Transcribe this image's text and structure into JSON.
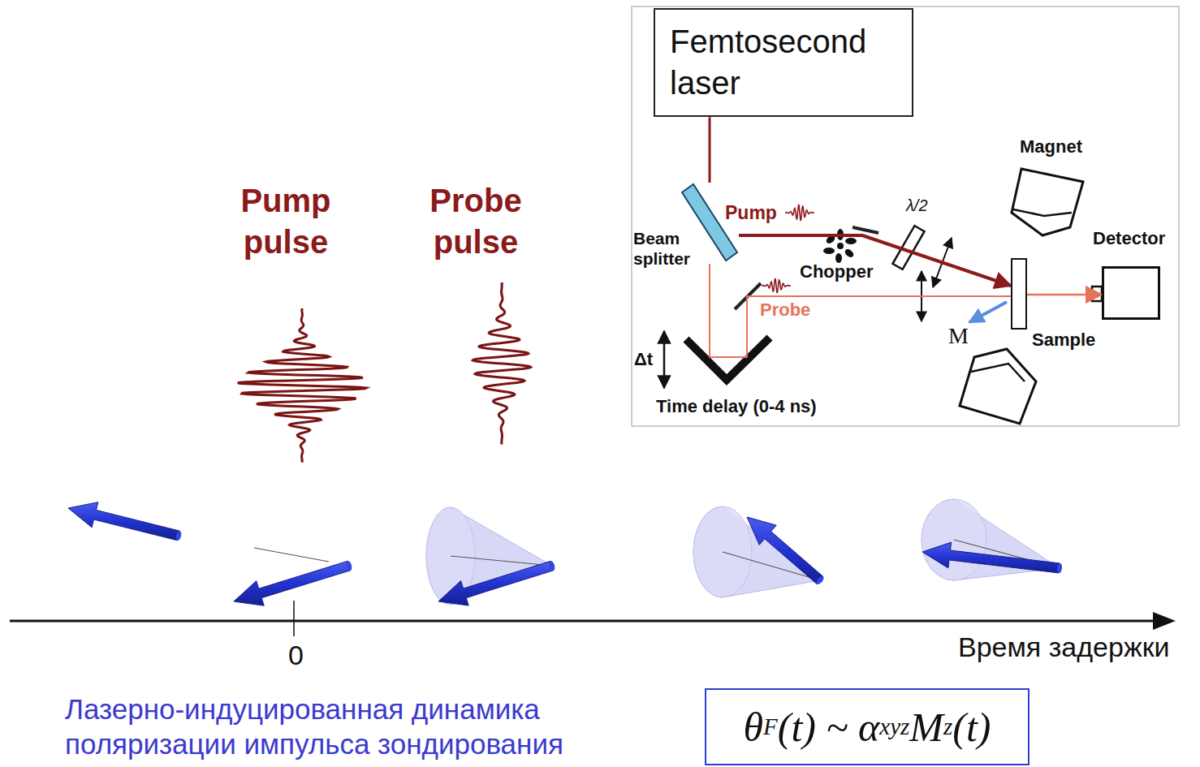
{
  "diagram": {
    "caption": "Лазерно-индуцированная динамика поляризации импульса зондирования",
    "nodes": [
      {
        "text": [
          "Femtosecond laser"
        ]
      },
      {
        "text": [
          "Beam splitter"
        ]
      },
      {
        "text": [
          "Sample"
        ]
      },
      {
        "text": [
          "Detector"
        ]
      },
      {
        "text": [
          "Magnet"
        ]
      },
      {
        "text": [
          "θ",
          "F",
          "(t) ~ α",
          "xyz",
          "M",
          "z",
          "(t)"
        ]
      }
    ],
    "edges": [
      {
        "from": 0,
        "to": 1,
        "arrow": "none"
      },
      {
        "from": 1,
        "to": 2,
        "arrow": "to",
        "label": "Pump"
      },
      {
        "from": 1,
        "to": 2,
        "arrow": "none",
        "label": "Probe"
      },
      {
        "from": 2,
        "to": 3,
        "arrow": "to"
      }
    ],
    "labels": [
      "Pump pulse",
      "Probe pulse",
      "Chopper",
      "λ/2",
      "M",
      "Δt",
      "Time delay (0-4 ns)",
      "0",
      "Время задержки"
    ]
  }
}
